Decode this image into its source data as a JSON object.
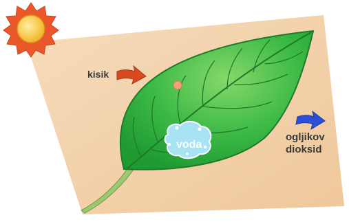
{
  "labels": {
    "oxygen": "kisik",
    "water": "voda",
    "co2_line1": "ogljikov",
    "co2_line2": "dioksid"
  },
  "colors": {
    "background_panel": "#f3cfa6",
    "leaf": "#2fae3c",
    "leaf_light": "#8bdc74",
    "leaf_vein": "#1f7a28",
    "stem": "#9cc86f",
    "water_drop": "#a8e3f3",
    "sun_core": "#f9d64a",
    "sun_rays": "#e9572b",
    "oxygen_arrow": "#d94a1e",
    "co2_arrow": "#2d4fd8",
    "oxygen_dot": "#f5a07a"
  },
  "icons": {
    "sun": "sun-icon",
    "oxygen_arrow": "arrow-right-icon",
    "co2_arrow": "arrow-right-icon"
  }
}
